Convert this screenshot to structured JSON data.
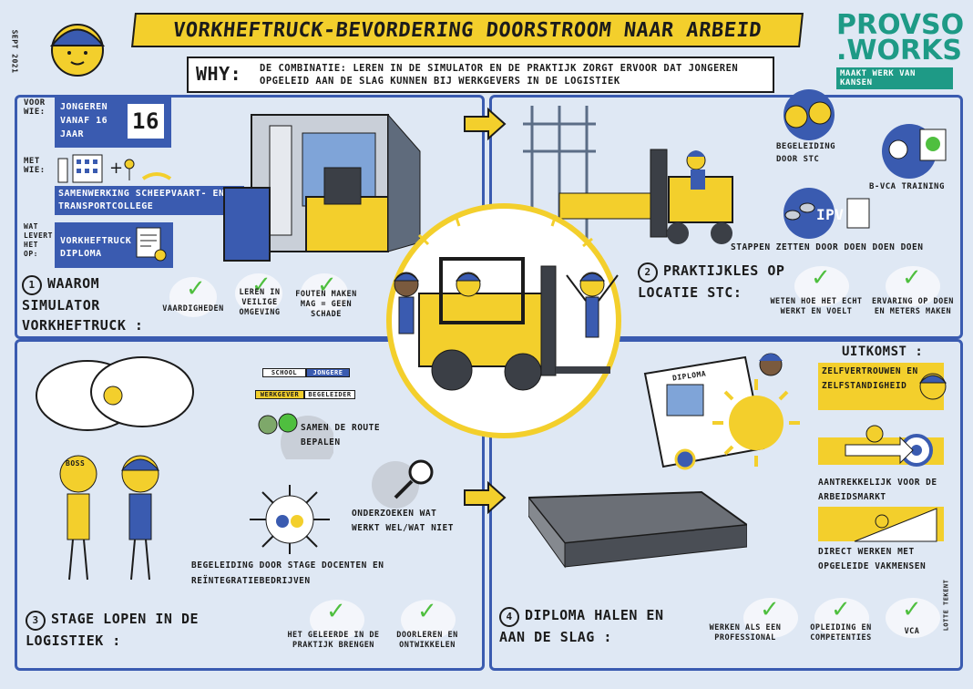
{
  "title": "Vorkheftruck-bevordering doorstroom naar arbeid",
  "why": {
    "label": "Why:",
    "text": "De combinatie: leren in de simulator en de praktijk zorgt ervoor dat jongeren opgeleid aan de slag kunnen bij werkgevers in de logistiek"
  },
  "logo": {
    "line1": "PROVSO",
    "line2": ".WORKS",
    "tagline": "Maakt werk van kansen"
  },
  "date": "Sept 2021",
  "credit": "LOTTE TEKENT",
  "section1": {
    "voor_wie_label": "Voor wie:",
    "voor_wie_text": "Jongeren vanaf 16 jaar",
    "age": "16",
    "met_wie_label": "Met wie:",
    "met_wie_text": "Samenwerking Scheepvaart- en Transportcollege",
    "wat_label": "Wat levert het op:",
    "wat_text": "Vorkheftruck diploma",
    "number": "1",
    "heading": "Waarom simulator vorkheftruck :",
    "checks": [
      "Vaardigheden",
      "Leren in veilige omgeving",
      "Fouten maken mag = geen schade"
    ]
  },
  "section2": {
    "number": "2",
    "heading": "Praktijkles op locatie STC:",
    "begeleiding": "Begeleiding door STC",
    "bvca": "B-VCA training",
    "ipv": "IPV",
    "stappen": "Stappen zetten door doen doen doen",
    "checks": [
      "Weten hoe het echt werkt en voelt",
      "Ervaring op doen en meters maken"
    ]
  },
  "section3": {
    "number": "3",
    "heading": "Stage lopen in de logistiek :",
    "boss": "BOSS",
    "signs": [
      "School",
      "Jongere",
      "Werkgever",
      "Begeleider"
    ],
    "route": "Samen de route bepalen",
    "onderzoeken": "Onderzoeken wat werkt wel/wat niet",
    "begeleiding": "Begeleiding door stage docenten en reïntegratiebedrijven",
    "checks": [
      "Het geleerde in de praktijk brengen",
      "Doorleren en ontwikkelen"
    ]
  },
  "section4": {
    "number": "4",
    "heading": "Diploma halen en aan de slag :",
    "diploma": "Diploma",
    "uitkomst": "Uitkomst :",
    "outcomes": [
      "Zelfvertrouwen en zelfstandigheid",
      "Aantrekkelijk voor de arbeidsmarkt",
      "Direct werken met opgeleide vakmensen"
    ],
    "checks": [
      "Werken als een professional",
      "Opleiding en competenties",
      "VCA"
    ]
  },
  "colors": {
    "blue": "#3a5bb0",
    "yellow": "#f3cf2c",
    "green": "#4fbf3f",
    "teal": "#1e9a86",
    "bg": "#dfe8f4"
  }
}
